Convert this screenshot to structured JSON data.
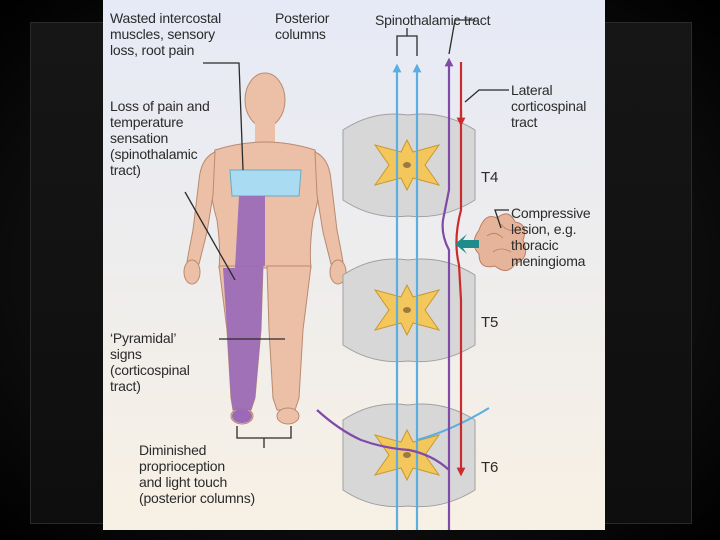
{
  "labels": {
    "wasted": "Wasted intercostal\nmuscles, sensory\nloss, root pain",
    "posterior_columns": "Posterior\ncolumns",
    "spinothalamic": "Spinothalamic tract",
    "lateral": "Lateral\ncorticospinal\ntract",
    "loss_pain": "Loss of pain and\ntemperature\nsensation\n(spinothalamic\ntract)",
    "compressive": "Compressive\nlesion, e.g.\nthoracic\nmeningioma",
    "pyramidal": "‘Pyramidal’\nsigns\n(corticospinal\ntract)",
    "diminished": "Diminished\nproprioception\nand light touch\n(posterior columns)",
    "t4": "T4",
    "t5": "T5",
    "t6": "T6"
  },
  "colors": {
    "figure_bg_top": "#e6eaf6",
    "figure_bg_bottom": "#f7f0e4",
    "skin": "#ecc0a6",
    "sensory_band": "#a9dbf2",
    "purple_region": "#9a6ab9",
    "posterior_tract": "#5aaee0",
    "spinothalamic_tract": "#7f4aa8",
    "corticospinal_tract": "#cc2b2b",
    "grey_matter": "#f3c75c",
    "cord_section": "#d7d7d7",
    "lesion": "#e6b49a",
    "arrow": "#1f8c8c"
  }
}
